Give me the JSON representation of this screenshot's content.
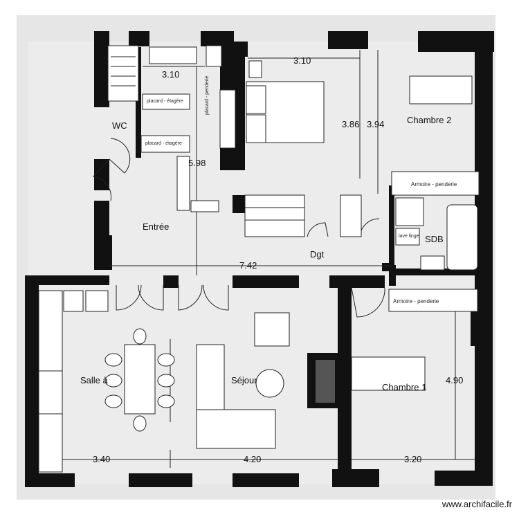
{
  "rooms": {
    "wc": "WC",
    "chambre2": "Chambre 2",
    "entree": "Entrée",
    "dgt": "Dgt",
    "sdb": "SDB",
    "salle": "Salle à",
    "sejour": "Séjour",
    "chambre1": "Chambre 1"
  },
  "dimensions": {
    "top_left_310": "3.10",
    "top_mid_310": "3.10",
    "v_386": "3.86",
    "v_394": "3.94",
    "v_598": "5.98",
    "h_742": "7.42",
    "v_490": "4.90",
    "bottom_340": "3.40",
    "bottom_420": "4.20",
    "bottom_320": "3.20"
  },
  "furniture_labels": {
    "etagere1": "placard - étagère",
    "etagere2": "placard - étagère",
    "penderie_v": "placard - penderie",
    "armoire_penderie_top": "Armoire - penderie",
    "armoire_penderie_bottom": "Armoire - penderie",
    "lave_linge": "lave linge"
  },
  "watermark": "www.archifacile.fr",
  "colors": {
    "wall": "#111111",
    "background": "#ffffff",
    "paper": "#e9e9e9"
  }
}
